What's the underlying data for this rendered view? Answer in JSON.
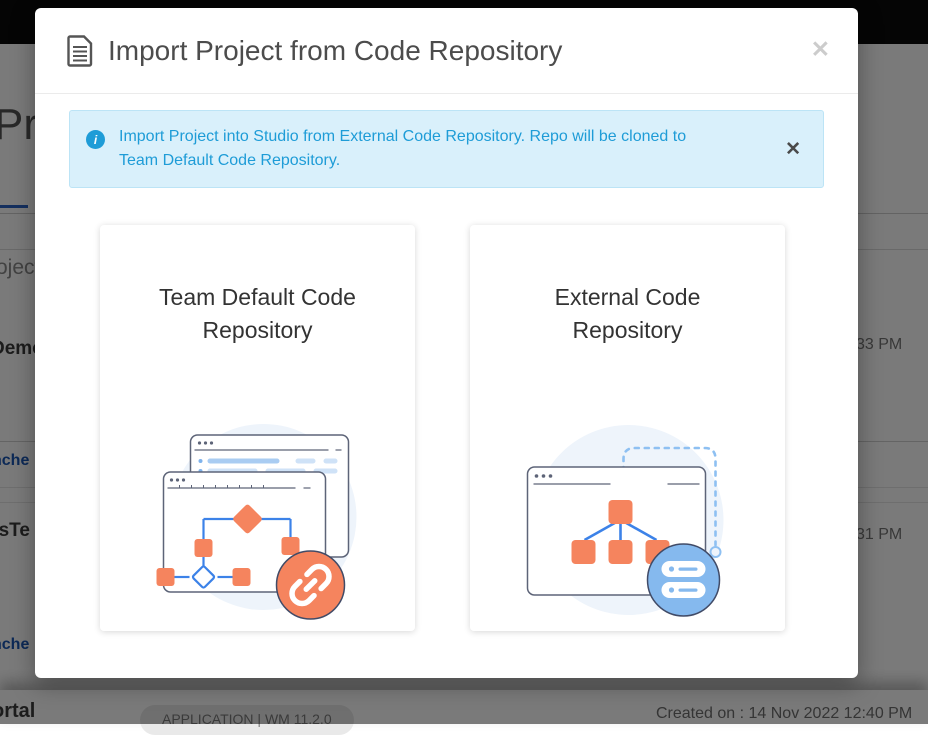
{
  "background": {
    "page_title": "Pro",
    "search_text": "oject",
    "rows": [
      {
        "name": "Demo",
        "link": "nche",
        "time": "33 PM"
      },
      {
        "name": "csTe",
        "link": "nche",
        "time": "31 PM"
      }
    ],
    "footer": {
      "name": "ortal",
      "badge": "APPLICATION | WM 11.2.0",
      "created": "Created on : 14 Nov 2022 12:40 PM"
    }
  },
  "modal": {
    "title": "Import Project from Code Repository",
    "close_glyph": "✕",
    "alert": {
      "info_glyph": "i",
      "text": "Import Project into Studio from External Code Repository. Repo will be cloned to Team Default Code Repository.",
      "close_glyph": "✕"
    },
    "cards": [
      {
        "title": "Team Default Code Repository"
      },
      {
        "title": "External Code Repository"
      }
    ]
  },
  "colors": {
    "accent_blue": "#1e9cd7",
    "alert_bg": "#d9f0fb",
    "alert_border": "#bce4f6",
    "illustration_orange": "#f5845e",
    "illustration_blue": "#3c82e8",
    "server_circle_blue": "#85b9ee",
    "link_blue": "#1a57b5",
    "tab_underline": "#2a62c4",
    "navbar": "#0b0b0b"
  }
}
